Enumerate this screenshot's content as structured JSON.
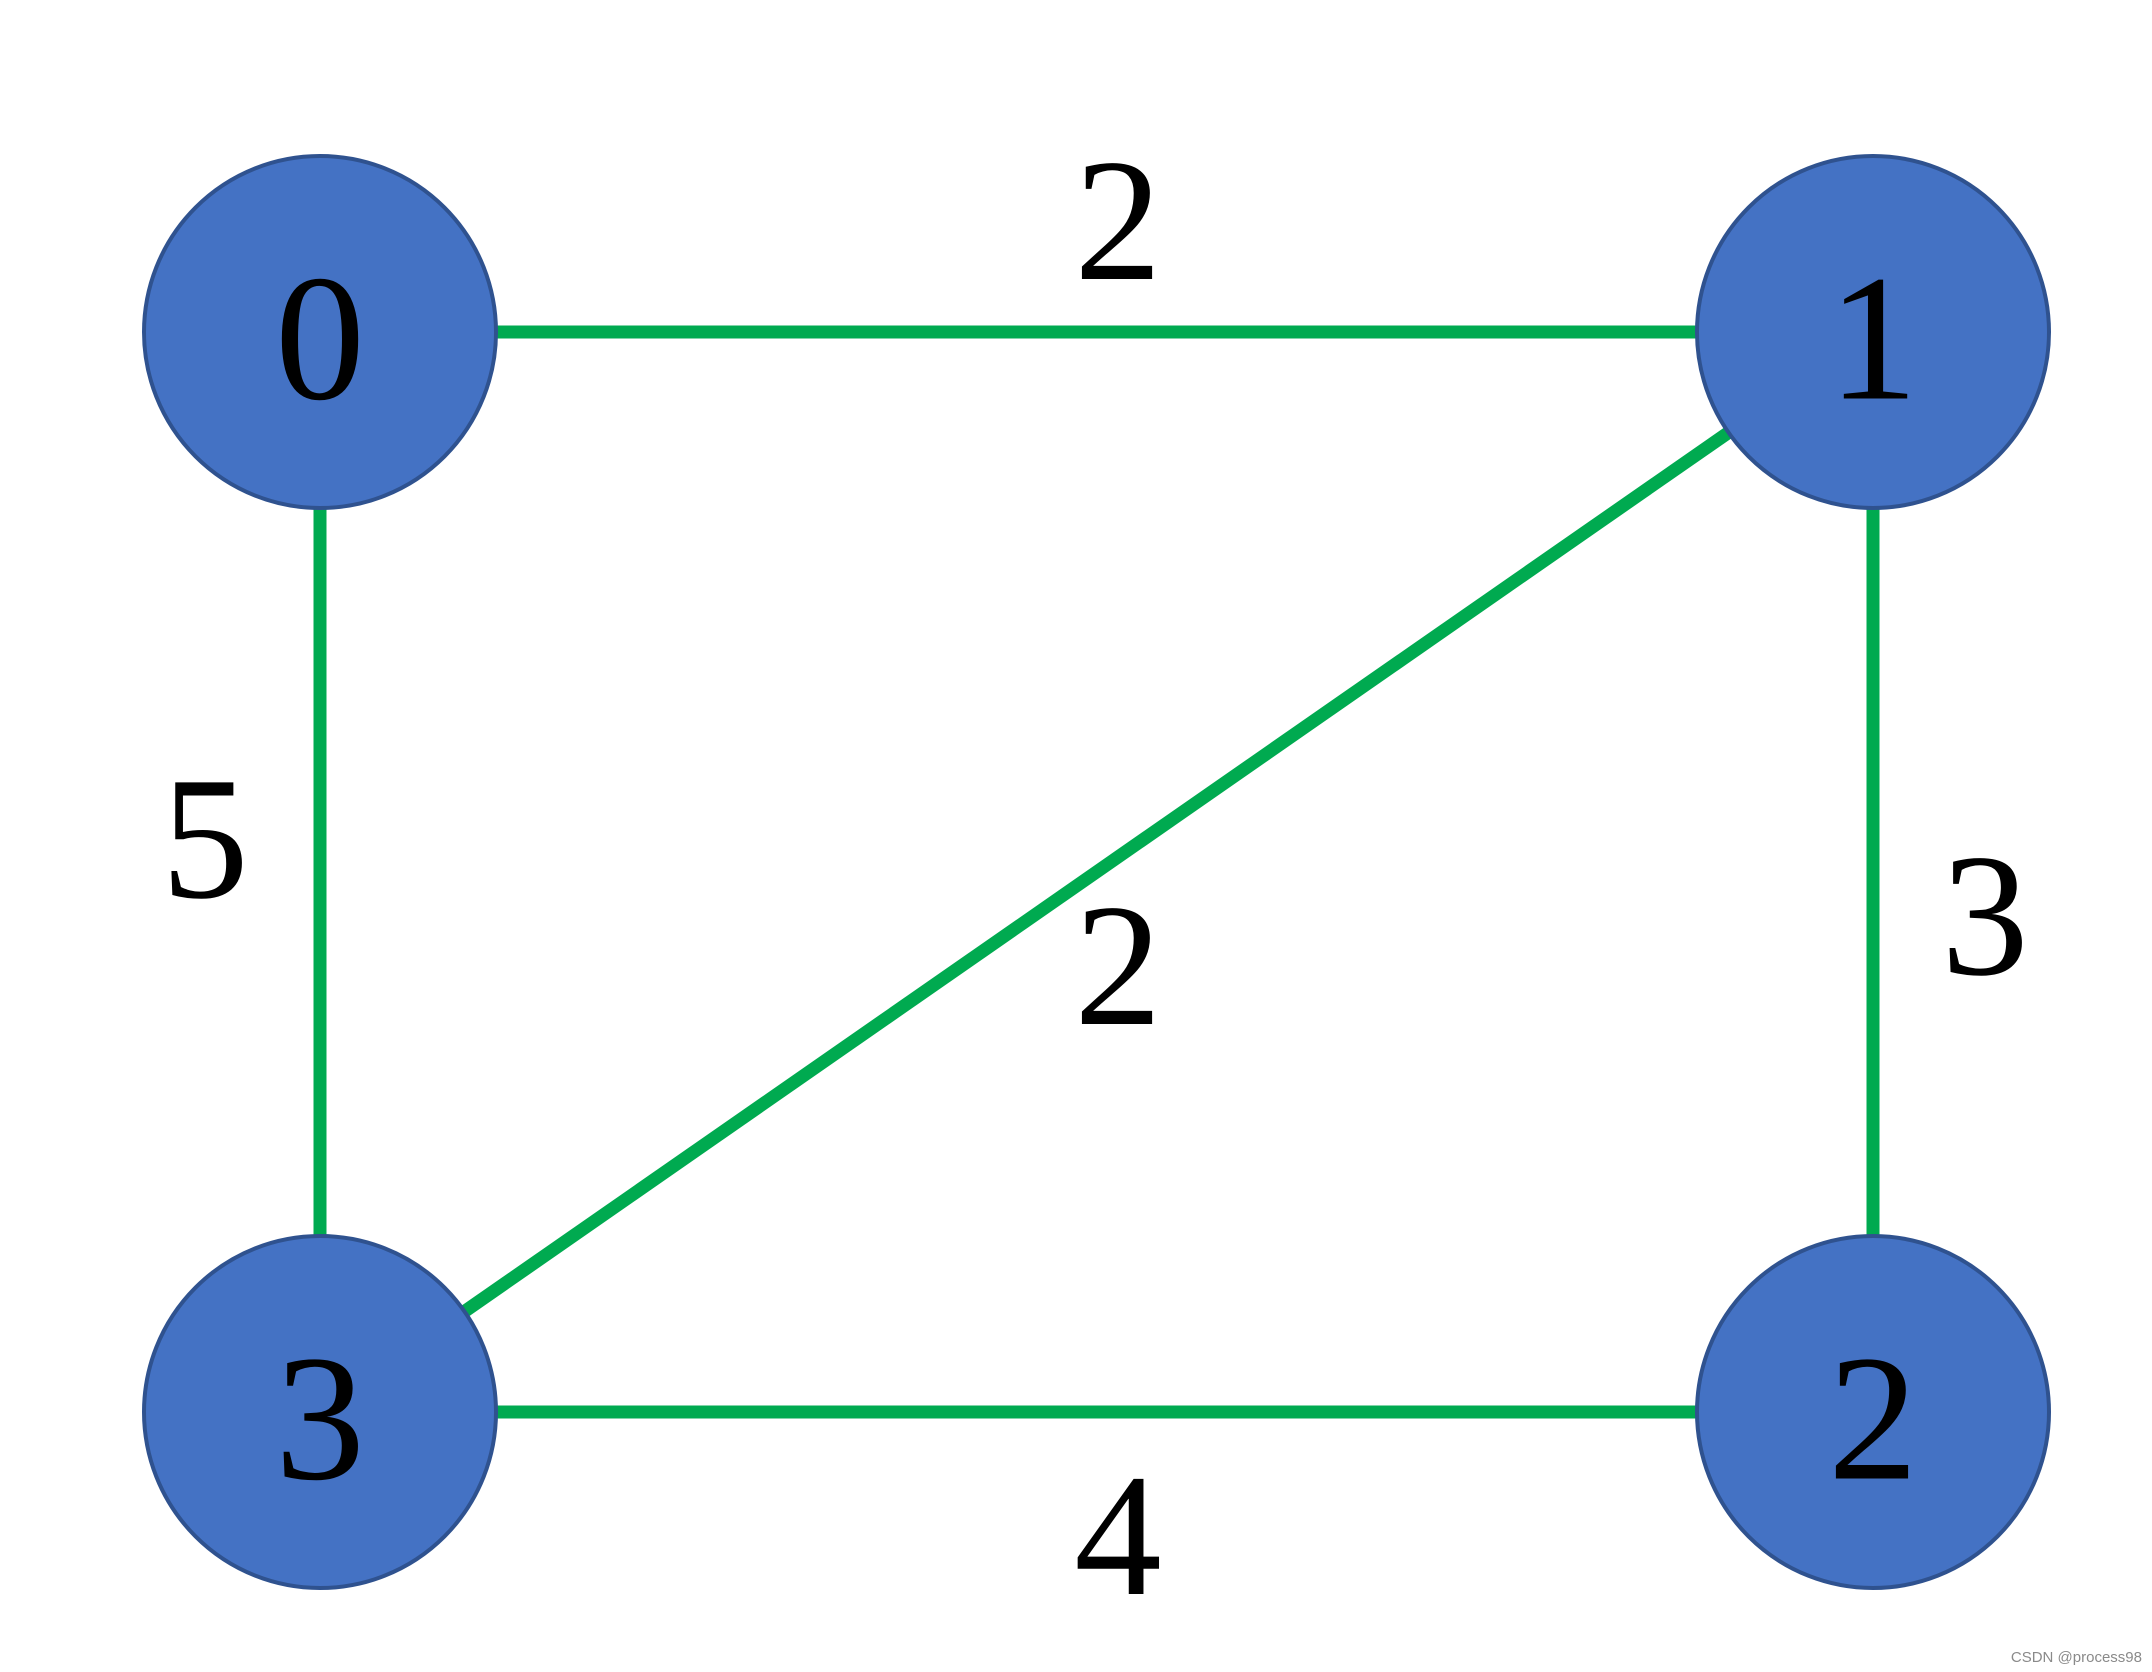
{
  "colors": {
    "node_fill": "#4472C4",
    "node_stroke": "#2F528F",
    "edge": "#00AA50"
  },
  "graph": {
    "nodes": [
      {
        "id": "0",
        "label": "0"
      },
      {
        "id": "1",
        "label": "1"
      },
      {
        "id": "2",
        "label": "2"
      },
      {
        "id": "3",
        "label": "3"
      }
    ],
    "edges": [
      {
        "from": "0",
        "to": "1",
        "weight": "2"
      },
      {
        "from": "1",
        "to": "3",
        "weight": "2"
      },
      {
        "from": "0",
        "to": "3",
        "weight": "5"
      },
      {
        "from": "1",
        "to": "2",
        "weight": "3"
      },
      {
        "from": "3",
        "to": "2",
        "weight": "4"
      }
    ]
  },
  "watermark": "CSDN @process98"
}
